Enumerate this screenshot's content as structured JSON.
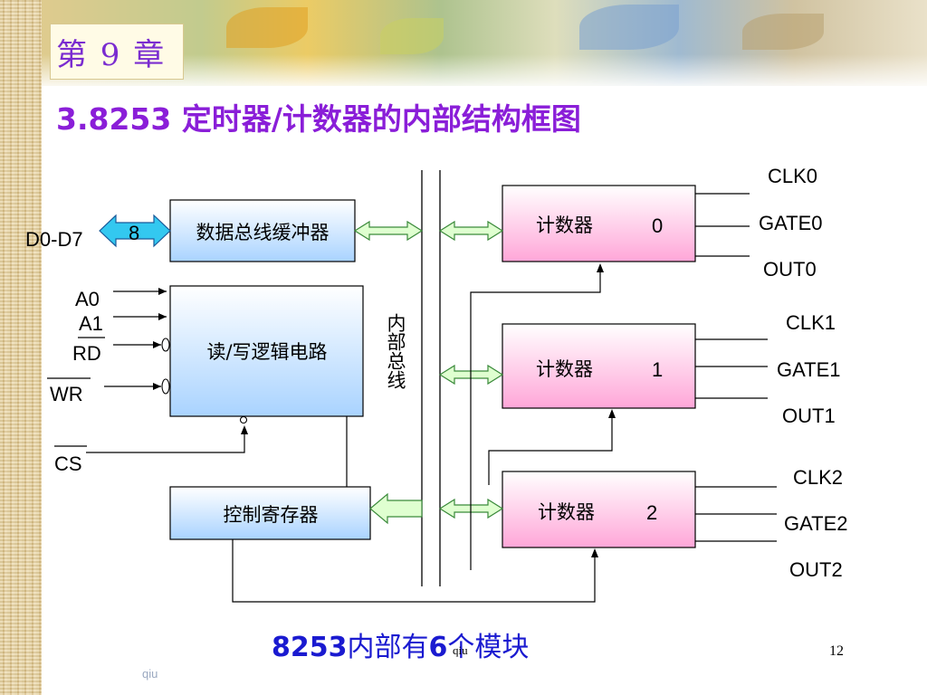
{
  "chapter_label": "第 9 章",
  "title": "3.8253 定时器/计数器的内部结构框图",
  "diagram": {
    "bus_label": "内部总线",
    "data_bus_width": "8",
    "blocks": {
      "data_buffer": "数据总线缓冲器",
      "rw_logic": "读/写逻辑电路",
      "control_reg": "控制寄存器"
    },
    "counters": [
      {
        "label": "计数器",
        "index": "0",
        "clk": "CLK0",
        "gate": "GATE0",
        "out": "OUT0"
      },
      {
        "label": "计数器",
        "index": "1",
        "clk": "CLK1",
        "gate": "GATE1",
        "out": "OUT1"
      },
      {
        "label": "计数器",
        "index": "2",
        "clk": "CLK2",
        "gate": "GATE2",
        "out": "OUT2"
      }
    ],
    "inputs": {
      "data": "D0-D7",
      "a0": "A0",
      "a1": "A1",
      "rd": "RD",
      "wr": "WR",
      "cs": "CS"
    }
  },
  "footer": {
    "prefix": "8253",
    "middle": "内部有",
    "count": "6",
    "suffix": "个模块"
  },
  "watermark_left": "qiu",
  "watermark_mid": "qiu",
  "page_number": "12",
  "colors": {
    "title": "#8a1ed8",
    "footer": "#1a1ad0",
    "counter_fill": "#ffd0ea",
    "logic_fill": "#d6ecff",
    "arrow_fill": "#dfffd0"
  }
}
